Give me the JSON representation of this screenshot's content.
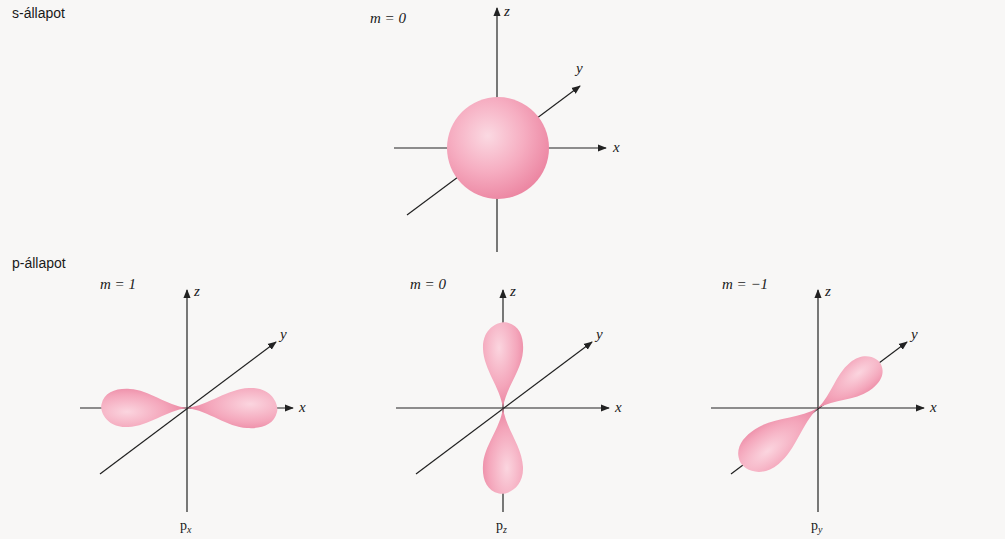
{
  "diagram": {
    "labels": [
      "s-állapot",
      "m = 0",
      "z",
      "y",
      "x",
      "p-állapot",
      "m = 1",
      "z",
      "y",
      "x",
      "px",
      "m = 0",
      "z",
      "y",
      "x",
      "pz",
      "m = −1",
      "z",
      "y",
      "x",
      "py"
    ]
  }
}
